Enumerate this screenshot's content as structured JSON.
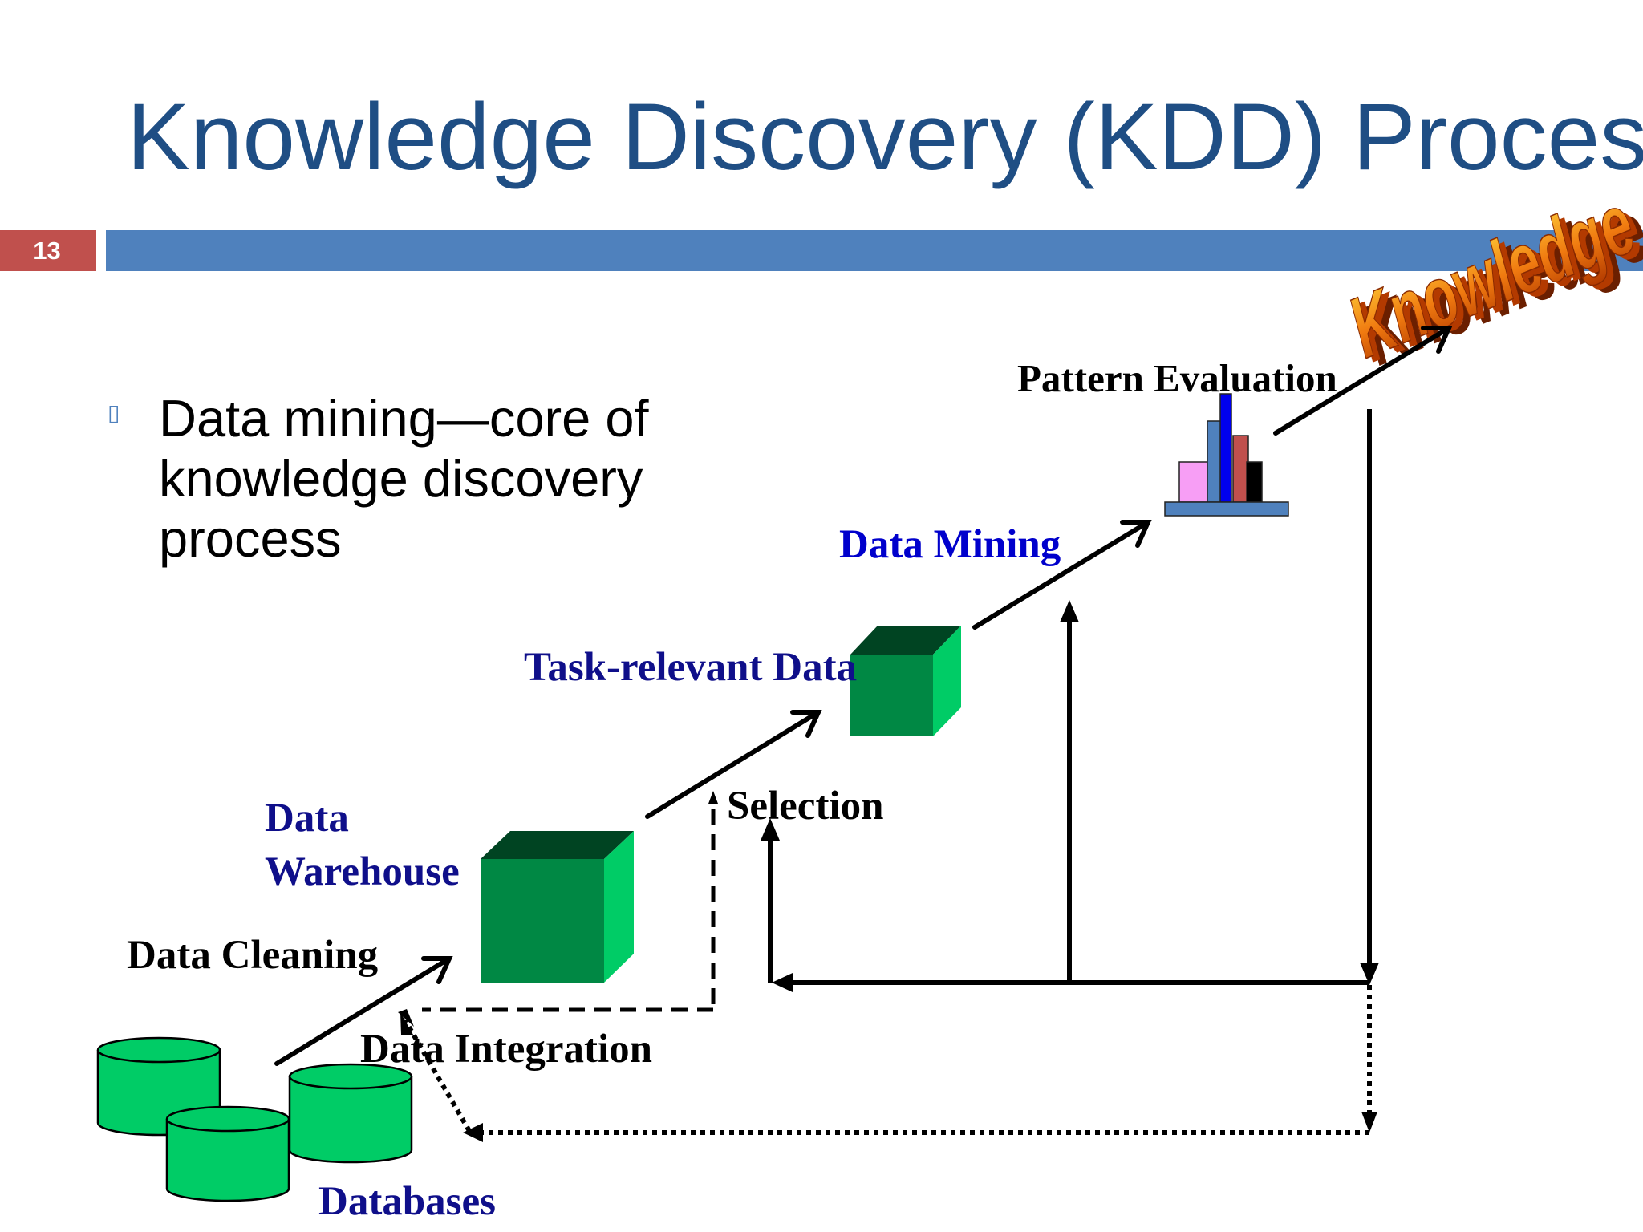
{
  "slide": {
    "title": "Knowledge Discovery (KDD) Process",
    "number": "13",
    "bullet": "Data mining—core of knowledge discovery process",
    "bullet_icon": "square-bullet"
  },
  "diagram": {
    "knowledge_word": "Knowledge",
    "labels": {
      "pattern_evaluation": "Pattern Evaluation",
      "data_mining": "Data Mining",
      "task_relevant_data": "Task-relevant Data",
      "selection": "Selection",
      "data_warehouse_line1": "Data",
      "data_warehouse_line2": "Warehouse",
      "data_cleaning": "Data Cleaning",
      "data_integration": "Data Integration",
      "databases": "Databases"
    },
    "colors": {
      "title": "#1f4e84",
      "accent_bar": "#4f81bd",
      "slide_number_bg": "#c0504d",
      "stage_label_blue": "#0000cc",
      "stage_label_navy": "#0f0f8a",
      "cube_front": "#008844",
      "cube_top": "#004422",
      "cube_side": "#00cc66",
      "database": "#00cc66",
      "knowledge_orange": "#f07a10"
    }
  }
}
